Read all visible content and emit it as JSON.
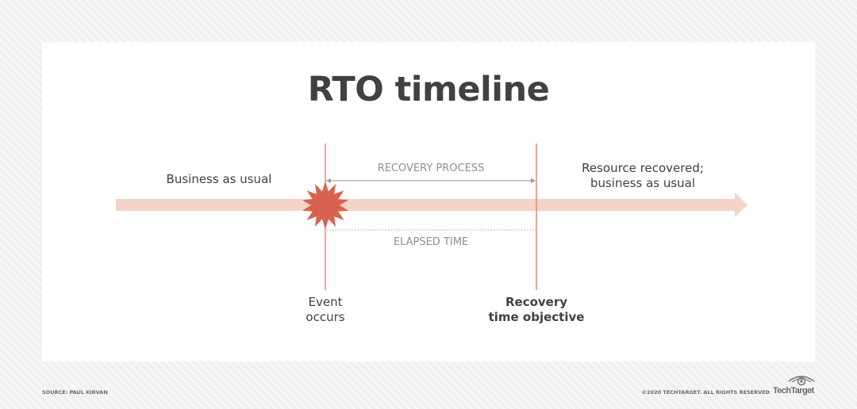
{
  "title": "RTO timeline",
  "labels": {
    "before_event": "Business as usual",
    "recovery_process": "RECOVERY PROCESS",
    "after_recovery_line1": "Resource recovered;",
    "after_recovery_line2": "business as usual",
    "elapsed_time": "ELAPSED TIME",
    "event_line1": "Event",
    "event_line2": "occurs",
    "rto_line1": "Recovery",
    "rto_line2": "time objective"
  },
  "footer": {
    "source": "SOURCE: PAUL KIRVAN",
    "copyright": "©2020 TECHTARGET. ALL RIGHTS RESERVED",
    "logo_text": "TechTarget"
  },
  "colors": {
    "timeline_arrow": "#f6d3c9",
    "marker_lines": "#e98a76",
    "event_burst": "#d8624d",
    "title_text": "#414142",
    "muted_text": "#8f8f8f"
  }
}
